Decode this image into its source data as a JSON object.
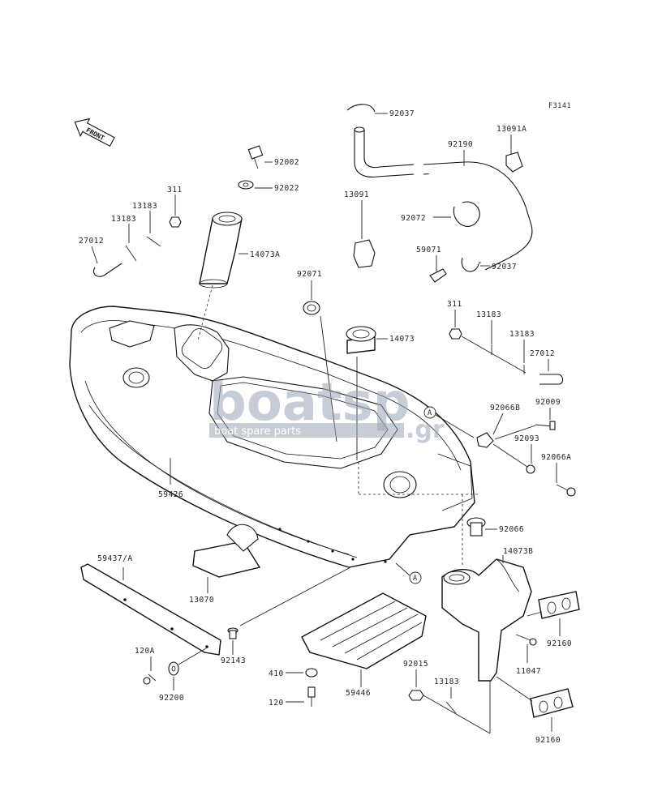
{
  "figure_code": "F3141",
  "front_label": "FRONT",
  "ref_marker": "A",
  "watermark": {
    "main": "boatsp",
    "sub": "boat spare parts",
    "domain": ".gr"
  },
  "parts": {
    "p92037_top": "92037",
    "p92002": "92002",
    "p92022": "92022",
    "p13091A": "13091A",
    "p92190": "92190",
    "p311_left": "311",
    "p13183_a": "13183",
    "p13183_b": "13183",
    "p27012_left": "27012",
    "p14073A": "14073A",
    "p13091": "13091",
    "p92072": "92072",
    "p59071": "59071",
    "p92037_bot": "92037",
    "p92071": "92071",
    "p14073": "14073",
    "p311_right": "311",
    "p13183_c": "13183",
    "p13183_d": "13183",
    "p27012_right": "27012",
    "p92066B": "92066B",
    "p92009": "92009",
    "p92093": "92093",
    "p92066A": "92066A",
    "p59426": "59426",
    "p92066": "92066",
    "p59437A": "59437/A",
    "p14073B": "14073B",
    "p13070": "13070",
    "p92160_top": "92160",
    "p120A": "120A",
    "p92143": "92143",
    "p410": "410",
    "p92015": "92015",
    "p11047": "11047",
    "p13183_e": "13183",
    "p92200": "92200",
    "p120": "120",
    "p59446": "59446",
    "p92160_bot": "92160"
  }
}
